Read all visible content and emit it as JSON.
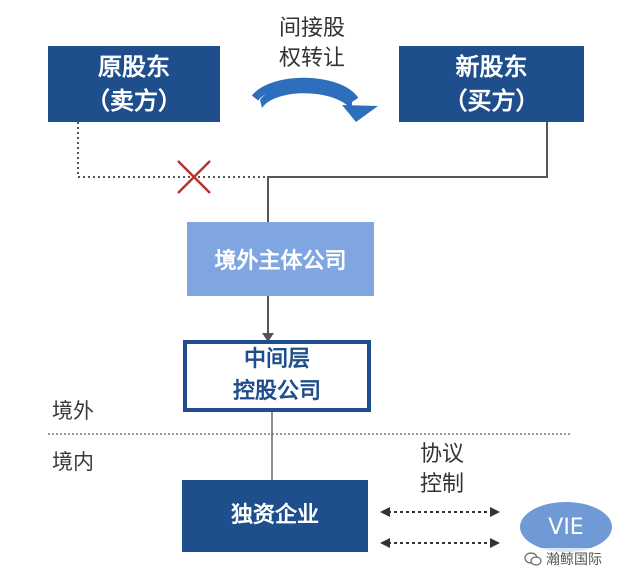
{
  "nodes": {
    "seller": {
      "line1": "原股东",
      "line2": "（卖方）"
    },
    "buyer": {
      "line1": "新股东",
      "line2": "（买方）"
    },
    "offshore_entity": "境外主体公司",
    "intermediate": {
      "line1": "中间层",
      "line2": "控股公司"
    },
    "domestic_enterprise": "独资企业",
    "vie": "VIE"
  },
  "labels": {
    "transfer": {
      "line1": "间接股",
      "line2": "权转让"
    },
    "offshore": "境外",
    "onshore": "境内",
    "agreement": {
      "line1": "协议",
      "line2": "控制"
    }
  },
  "watermark": "瀚鲸国际",
  "colors": {
    "dark_blue": "#1f4e8c",
    "light_blue": "#7fa6e0",
    "vie_blue": "#6f9ad6",
    "cross_red": "#b8312f",
    "arrow_blue": "#2d6fbd"
  }
}
